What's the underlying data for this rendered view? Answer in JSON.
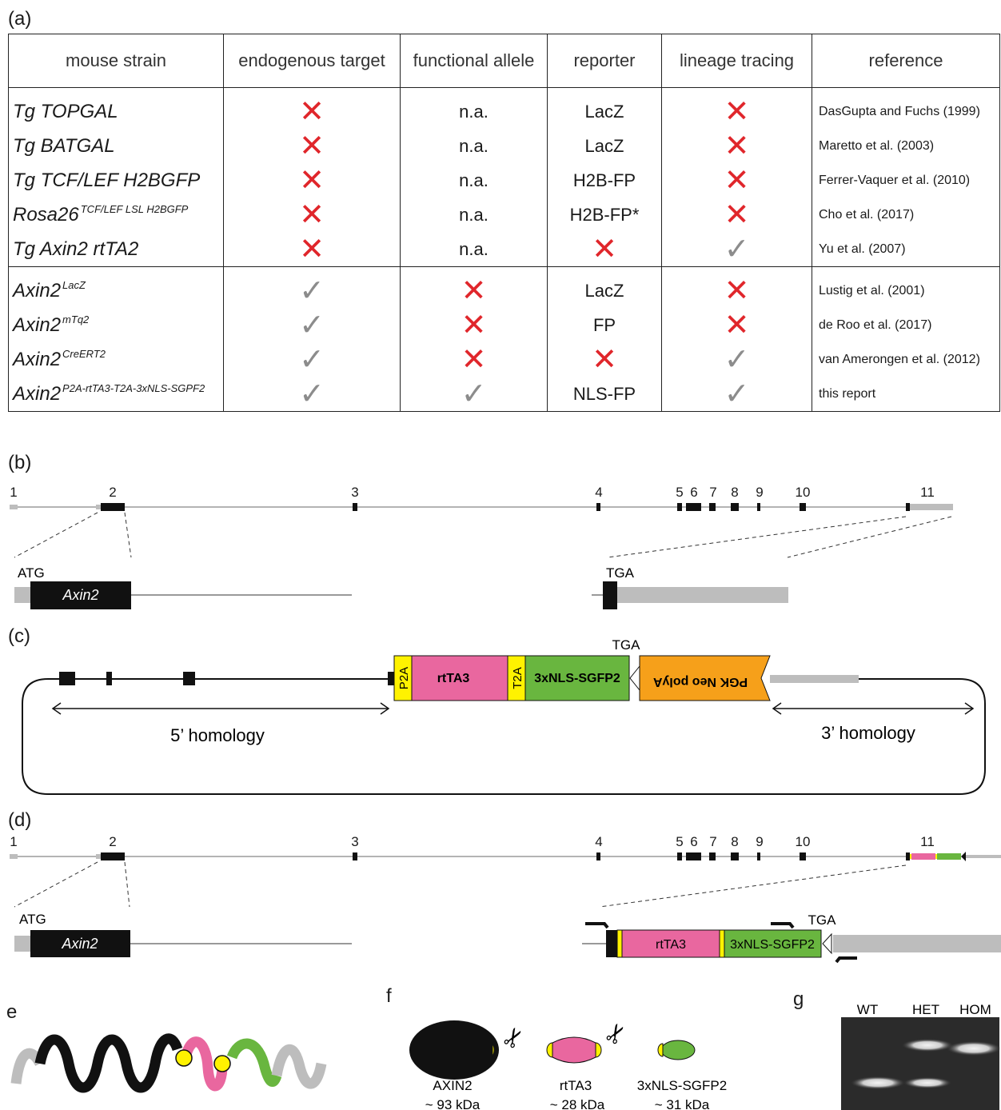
{
  "panel_labels": {
    "a": "(a)",
    "b": "(b)",
    "c": "(c)",
    "d": "(d)",
    "e": "e",
    "f": "f",
    "g": "g"
  },
  "table": {
    "headers": [
      "mouse strain",
      "endogenous target",
      "functional allele",
      "reporter",
      "lineage tracing",
      "reference"
    ],
    "rows": [
      {
        "strain": "Tg TOPGAL",
        "sup": "",
        "endogenous": "cross",
        "functional": "n.a.",
        "reporter": "LacZ",
        "lineage": "cross",
        "reference": "DasGupta and Fuchs (1999)"
      },
      {
        "strain": "Tg BATGAL",
        "sup": "",
        "endogenous": "cross",
        "functional": "n.a.",
        "reporter": "LacZ",
        "lineage": "cross",
        "reference": "Maretto et al. (2003)"
      },
      {
        "strain": "Tg TCF/LEF H2BGFP",
        "sup": "",
        "endogenous": "cross",
        "functional": "n.a.",
        "reporter": "H2B-FP",
        "lineage": "cross",
        "reference": "Ferrer-Vaquer et al. (2010)"
      },
      {
        "strain": "Rosa26",
        "sup": "TCF/LEF LSL H2BGFP",
        "endogenous": "cross",
        "functional": "n.a.",
        "reporter": "H2B-FP*",
        "lineage": "cross",
        "reference": "Cho et al. (2017)"
      },
      {
        "strain": "Tg Axin2 rtTA2",
        "sup": "",
        "endogenous": "cross",
        "functional": "n.a.",
        "reporter": "cross",
        "lineage": "check",
        "reference": "Yu et al. (2007)"
      },
      {
        "strain": "Axin2",
        "sup": "LacZ",
        "endogenous": "check",
        "functional": "cross",
        "reporter": "LacZ",
        "lineage": "cross",
        "reference": "Lustig et al. (2001)"
      },
      {
        "strain": "Axin2",
        "sup": "mTq2",
        "endogenous": "check",
        "functional": "cross",
        "reporter": "FP",
        "lineage": "cross",
        "reference": "de Roo et al. (2017)"
      },
      {
        "strain": "Axin2",
        "sup": "CreERT2",
        "endogenous": "check",
        "functional": "cross",
        "reporter": "cross",
        "lineage": "check",
        "reference": "van Amerongen et al. (2012)"
      },
      {
        "strain": "Axin2",
        "sup": "P2A-rtTA3-T2A-3xNLS-SGPF2",
        "endogenous": "check",
        "functional": "check",
        "reporter": "NLS-FP",
        "lineage": "check",
        "reference": "this report"
      }
    ]
  },
  "exon_numbers": [
    "1",
    "2",
    "3",
    "4",
    "5",
    "6",
    "7",
    "8",
    "9",
    "10",
    "11"
  ],
  "panel_b": {
    "atg": "ATG",
    "gene": "Axin2",
    "tga": "TGA"
  },
  "panel_c": {
    "p2a": "P2A",
    "rtta3": "rtTA3",
    "t2a": "T2A",
    "sgfp2": "3xNLS-SGFP2",
    "tga": "TGA",
    "neo": "PGK Neo polyA",
    "homology5": "5’ homology",
    "homology3": "3’ homology"
  },
  "panel_d": {
    "atg": "ATG",
    "gene": "Axin2",
    "rtta3": "rtTA3",
    "sgfp2": "3xNLS-SGFP2",
    "tga": "TGA"
  },
  "panel_f": {
    "proteins": [
      {
        "name": "AXIN2",
        "size": "~ 93 kDa"
      },
      {
        "name": "rtTA3",
        "size": "~ 28 kDa"
      },
      {
        "name": "3xNLS-SGFP2",
        "size": "~ 31 kDa"
      }
    ]
  },
  "panel_g": {
    "lanes": [
      "WT",
      "HET",
      "HOM"
    ]
  },
  "colors": {
    "cross": "#e0262b",
    "check": "#8c8c8c",
    "rtta3": "#e9679f",
    "sgfp2": "#69b63f",
    "p2a": "#fff200",
    "neo": "#f6a01a",
    "utr": "#bdbdbd"
  },
  "icons": {
    "cross": "✕",
    "check": "✓",
    "scissors": "✂"
  }
}
